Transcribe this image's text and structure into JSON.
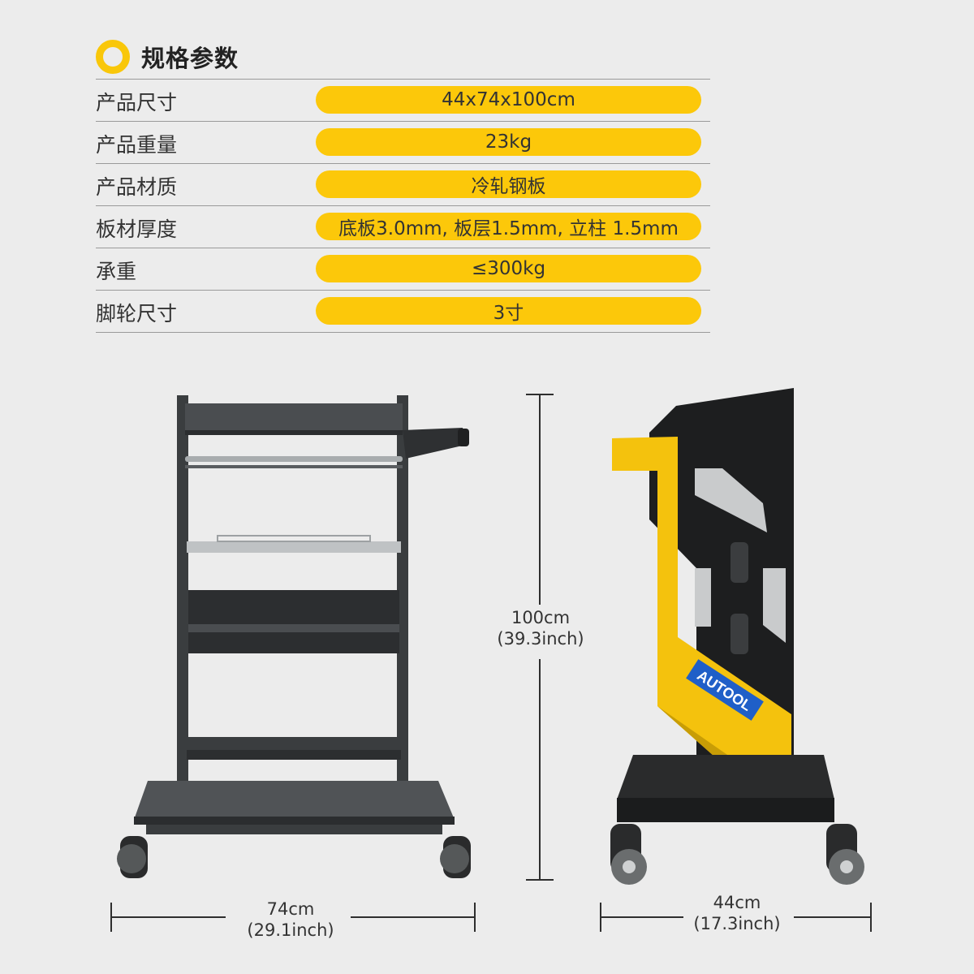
{
  "header": {
    "title": "规格参数",
    "icon": "ring-icon",
    "accent": "#fcc80a"
  },
  "specs": [
    {
      "label": "产品尺寸",
      "value": "44x74x100cm"
    },
    {
      "label": "产品重量",
      "value": "23kg"
    },
    {
      "label": "产品材质",
      "value": "冷轧钢板"
    },
    {
      "label": "板材厚度",
      "value": "底板3.0mm, 板层1.5mm, 立柱 1.5mm"
    },
    {
      "label": "承重",
      "value": "≤300kg"
    },
    {
      "label": "脚轮尺寸",
      "value": "3寸"
    }
  ],
  "dimensions": {
    "width": {
      "cm": "74cm",
      "inch": "(29.1inch)"
    },
    "height": {
      "cm": "100cm",
      "inch": "(39.3inch)"
    },
    "depth": {
      "cm": "44cm",
      "inch": "(17.3inch)"
    }
  },
  "brand": {
    "logo_text": "AUTOOL",
    "logo_color": "#1f5fc8"
  }
}
